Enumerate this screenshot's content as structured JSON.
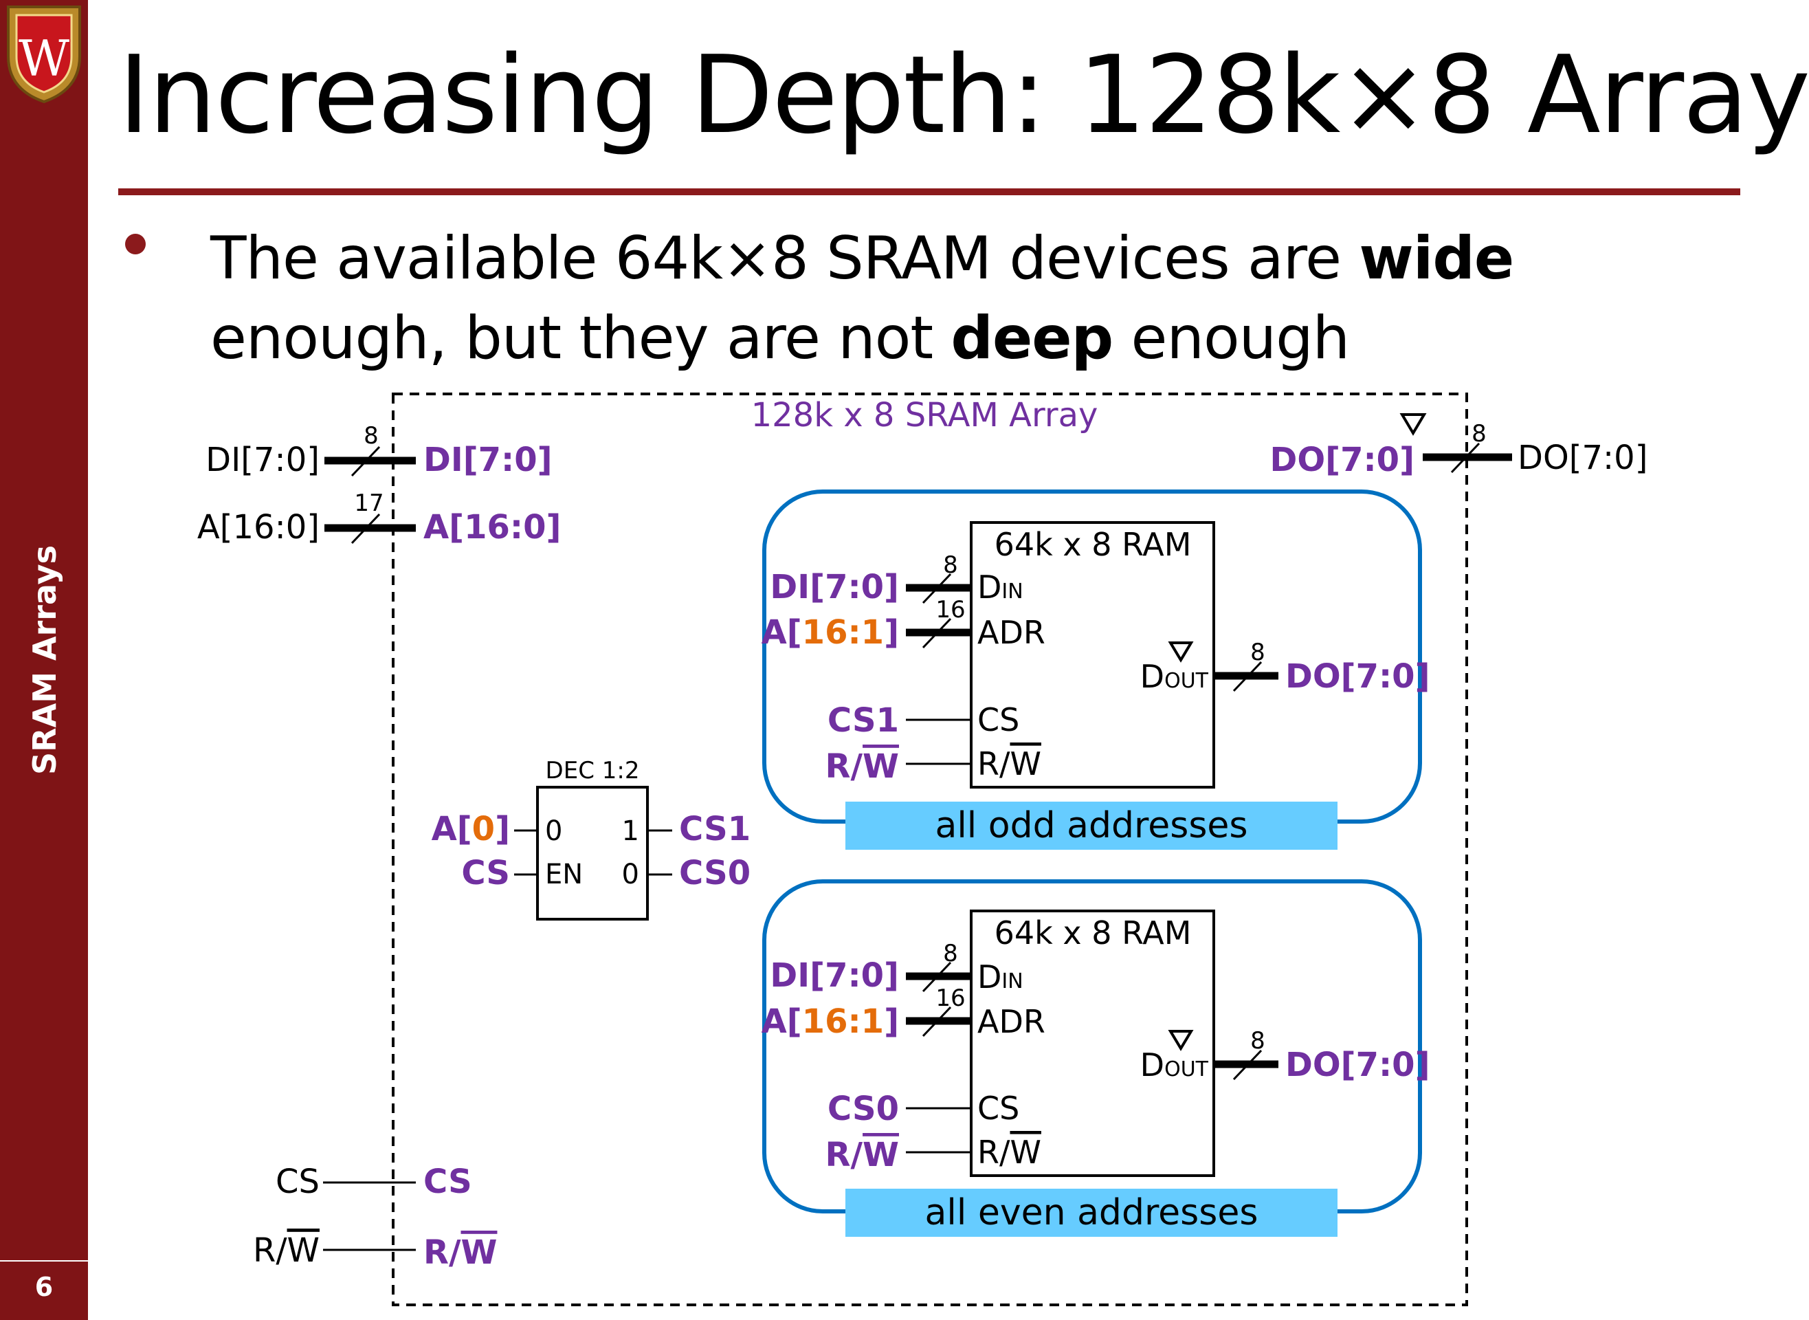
{
  "sidebar": {
    "title": "SRAM Arrays",
    "page_number": "6",
    "color": "#7f1416"
  },
  "logo": {
    "letter": "W"
  },
  "title": "Increasing Depth: 128k×8 Array",
  "bullet": {
    "part1": "The available 64k×8 SRAM devices are ",
    "bold1": "wide",
    "part2": " enough, but they are not ",
    "bold2": "deep",
    "part3": " enough"
  },
  "diagram": {
    "colors": {
      "purple": "#7030a0",
      "orange": "#e46c0a",
      "blue": "#0070c0",
      "band": "#66ccff"
    },
    "outer": {
      "title": "128k x 8 SRAM Array",
      "in_di": "DI[7:0]",
      "in_di_width": "8",
      "port_di": "DI[7:0]",
      "in_a": "A[16:0]",
      "in_a_width": "17",
      "port_a": "A[16:0]",
      "out_do_port": "DO[7:0]",
      "out_do_width": "8",
      "out_do": "DO[7:0]",
      "in_cs": "CS",
      "port_cs": "CS",
      "in_rw_r": "R/",
      "in_rw_w": "W",
      "port_rw_r": "R/",
      "port_rw_w": "W"
    },
    "decoder": {
      "label": "DEC 1:2",
      "in_a_prefix": "A[",
      "in_a_bit": "0",
      "in_a_suffix": "]",
      "in_cs": "CS",
      "pin_0": "0",
      "pin_en": "EN",
      "pin_1": "1",
      "pin_out0": "0",
      "out_1": "CS1",
      "out_0": "CS0"
    },
    "ram_odd": {
      "title": "64k x 8 RAM",
      "din_base": "D",
      "din_sub": "IN",
      "adr": "ADR",
      "cs": "CS",
      "rw_r": "R/",
      "rw_w": "W",
      "dout_base": "D",
      "dout_sub": "OUT",
      "sig_di": "DI[7:0]",
      "di_width": "8",
      "sig_a_prefix": "A[",
      "sig_a_bits": "16:1",
      "sig_a_suffix": "]",
      "a_width": "16",
      "sig_cs": "CS1",
      "sig_rw_r": "R/",
      "sig_rw_w": "W",
      "sig_do": "DO[7:0]",
      "do_width": "8",
      "band": "all odd addresses"
    },
    "ram_even": {
      "title": "64k x 8 RAM",
      "din_base": "D",
      "din_sub": "IN",
      "adr": "ADR",
      "cs": "CS",
      "rw_r": "R/",
      "rw_w": "W",
      "dout_base": "D",
      "dout_sub": "OUT",
      "sig_di": "DI[7:0]",
      "di_width": "8",
      "sig_a_prefix": "A[",
      "sig_a_bits": "16:1",
      "sig_a_suffix": "]",
      "a_width": "16",
      "sig_cs": "CS0",
      "sig_rw_r": "R/",
      "sig_rw_w": "W",
      "sig_do": "DO[7:0]",
      "do_width": "8",
      "band": "all even addresses"
    }
  }
}
